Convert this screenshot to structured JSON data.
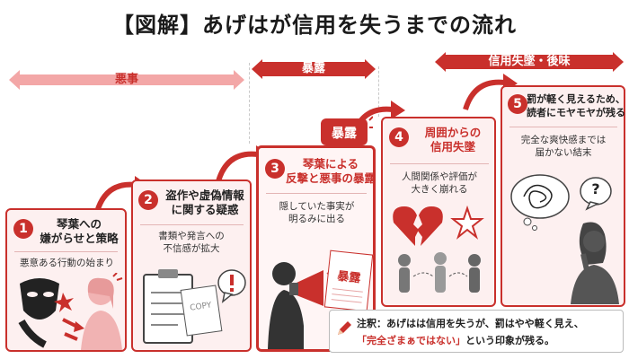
{
  "title": "【図解】あげはが信用を失うまでの流れ",
  "phases": [
    {
      "label": "悪事"
    },
    {
      "label": "暴露"
    },
    {
      "label": "信用失墜・後味"
    }
  ],
  "steps": [
    {
      "number": "1",
      "title_line1": "琴葉への",
      "title_line2": "嫌がらせと策略",
      "desc_line1": "悪意ある行動の始まり"
    },
    {
      "number": "2",
      "title_line1": "盗作や虚偽情報",
      "title_line2": "に関する疑惑",
      "desc_line1": "書類や発言への",
      "desc_line2": "不信感が拡大",
      "copy_text": "COPY"
    },
    {
      "number": "3",
      "title_line1": "琴葉による",
      "title_line2": "反撃と悪事の暴露",
      "desc_line1": "隠していた事実が",
      "desc_line2": "明るみに出る",
      "badge": "暴露",
      "doc_text": "暴露"
    },
    {
      "number": "4",
      "title_line1": "周囲からの",
      "title_line2": "信用失墜",
      "desc_line1": "人間関係や評価が",
      "desc_line2": "大きく崩れる"
    },
    {
      "number": "5",
      "title_line1": "罰が軽く見えるため、",
      "title_line2": "読者にモヤモヤが残る",
      "desc_line1": "完全な爽快感までは",
      "desc_line2": "届かない結末",
      "question": "?"
    }
  ],
  "note": {
    "prefix": "注釈：あげはは信用を失うが、罰はやや軽く見え、",
    "highlight": "「完全ざまぁではない」",
    "suffix": "という印象が残る。"
  },
  "colors": {
    "accent": "#c9302c",
    "light": "#f3a7a7",
    "panel": "#fdf0f0"
  },
  "icons": [
    "mask-icon",
    "sad-person-icon",
    "clipboard-icon",
    "copy-doc-icon",
    "warning-bubble-icon",
    "megaphone-person-icon",
    "expose-doc-icon",
    "broken-heart-icon",
    "people-icon",
    "tangled-thought-icon",
    "question-bubble-icon",
    "thinking-person-icon",
    "pencil-icon"
  ]
}
